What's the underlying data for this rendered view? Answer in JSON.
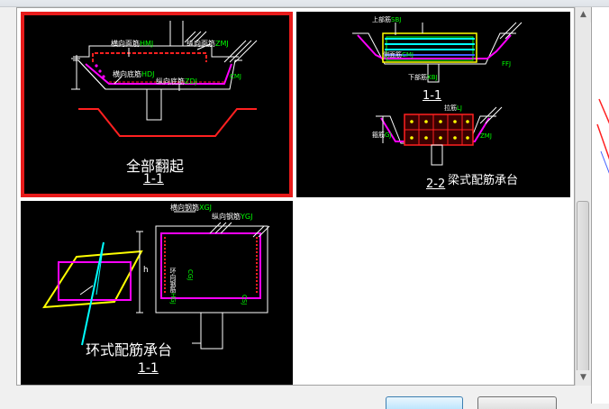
{
  "gallery": {
    "items": [
      {
        "id": "full-flip",
        "caption": "全部翻起",
        "section": "1-1",
        "selected": true,
        "labels": {
          "transverse_top": "横向面筋",
          "transverse_top_code": "HMJ",
          "longitudinal_top": "纵向面筋",
          "longitudinal_top_code": "ZMJ",
          "transverse_bottom": "横向底筋",
          "transverse_bottom_code": "HDJ",
          "longitudinal_bottom": "纵向底筋",
          "longitudinal_bottom_code": "ZDJ",
          "side_code": "CMJ"
        }
      },
      {
        "id": "beam-pile-cap",
        "caption": "梁式配筋承台",
        "section_top": "1-1",
        "section_bottom": "2-2",
        "labels": {
          "top_bar": "上部筋",
          "top_bar_code": "SBJ",
          "bottom_bar": "下部筋",
          "bottom_bar_code": "XBJ",
          "side_bar": "侧面筋",
          "side_bar_code": "CMJ",
          "tie_bar": "拉筋",
          "tie_bar_code": "LJ",
          "stirrup": "箍筋",
          "stirrup_code": "GJ",
          "code_ffj": "FFJ",
          "code_zmj": "ZMJ"
        }
      },
      {
        "id": "ring-pile-cap",
        "caption": "环式配筋承台",
        "section": "1-1",
        "labels": {
          "transverse": "横向钢筋",
          "transverse_code": "XGJ",
          "longitudinal": "纵向钢筋",
          "longitudinal_code": "YGJ",
          "ring": "环向钢筋",
          "ring_code": "HGJ",
          "dim_h": "h",
          "code_cgj": "CGJ",
          "code_csj": "CSJ"
        }
      }
    ]
  },
  "colors": {
    "thumb_bg": "#000000",
    "selection": "#e81b1b",
    "concrete": "#ffffff",
    "rebar_red": "#ff2020",
    "rebar_magenta": "#ff00ff",
    "rebar_green": "#00ff00",
    "rebar_cyan": "#00ffff",
    "rebar_yellow": "#ffff00",
    "rebar_blue": "#4060ff"
  }
}
